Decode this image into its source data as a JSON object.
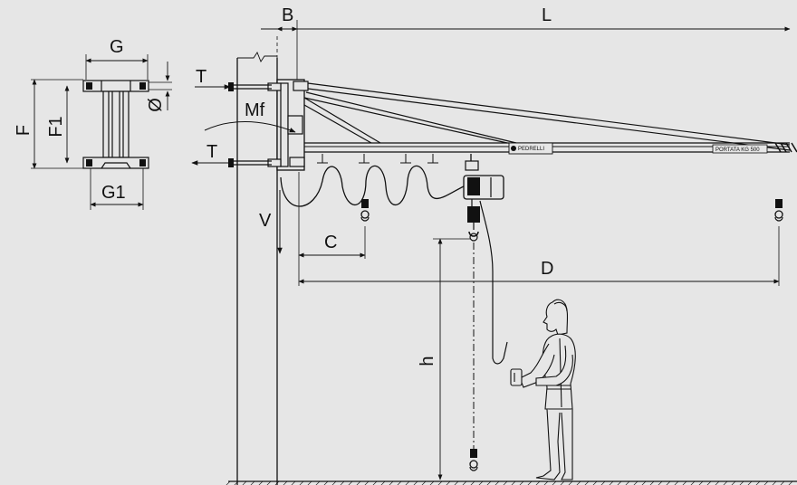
{
  "labels": {
    "G": "G",
    "G1": "G1",
    "F": "F",
    "F1": "F1",
    "T_top": "T",
    "T_bottom": "T",
    "diameter": "Ø",
    "Mf": "Mf",
    "B": "B",
    "L": "L",
    "V": "V",
    "C": "C",
    "D": "D",
    "h": "h"
  },
  "arm_texts": {
    "brand": "PEDRELLI",
    "capacity": "PORTATA KG 500"
  },
  "colors": {
    "background": "#e6e6e6",
    "line": "#111111"
  }
}
